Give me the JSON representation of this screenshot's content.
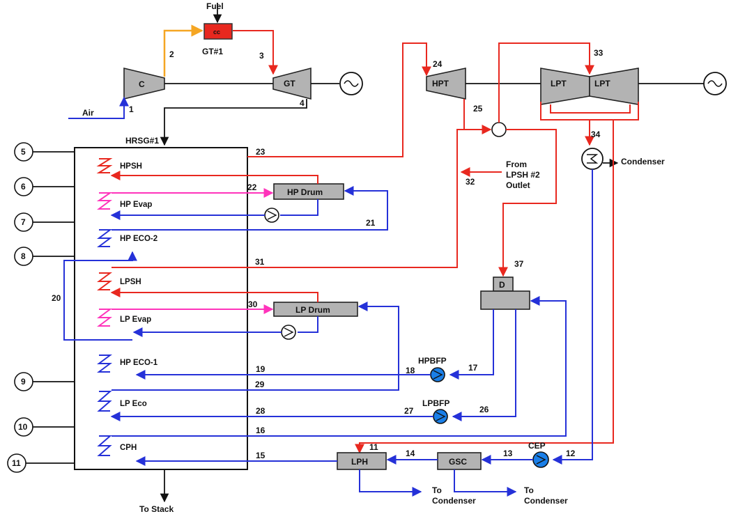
{
  "colors": {
    "steam": "#e8281f",
    "water": "#2531d8",
    "evaporator": "#ff33bb",
    "air_line": "#f5a623",
    "equipment": "#b3b3b3",
    "combustor": "#e8281f"
  },
  "gas_turbine": {
    "fuel": "Fuel",
    "combustor": "cc",
    "name": "GT#1",
    "compressor": "C",
    "turbine": "GT",
    "air": "Air",
    "stream_1": "1",
    "stream_2": "2",
    "stream_3": "3",
    "stream_4": "4"
  },
  "hrsg": {
    "title": "HRSG#1",
    "sections": [
      "HPSH",
      "HP Evap",
      "HP ECO-2",
      "LPSH",
      "LP Evap",
      "HP ECO-1",
      "LP Eco",
      "CPH"
    ],
    "state_points": [
      "5",
      "6",
      "7",
      "8",
      "9",
      "10",
      "11"
    ],
    "bypass": "20",
    "stack": "To Stack"
  },
  "steam_turbine": {
    "hpt": "HPT",
    "lpt_left": "LPT",
    "lpt_right": "LPT",
    "stream_24": "24",
    "stream_25": "25",
    "stream_33": "33",
    "stream_34": "34",
    "condenser": "Condenser",
    "from_lpsh_1": "From",
    "from_lpsh_2": "LPSH #2",
    "from_lpsh_3": "Outlet"
  },
  "equipment": {
    "hp_drum": "HP Drum",
    "lp_drum": "LP Drum",
    "deaerator": "D",
    "hpbfp": "HPBFP",
    "lpbfp": "LPBFP",
    "cep": "CEP",
    "lph": "LPH",
    "gsc": "GSC",
    "to_condenser_a": "To",
    "to_condenser_b": "Condenser",
    "to_condenser_c": "To",
    "to_condenser_d": "Condenser"
  },
  "streams": {
    "s23": "23",
    "s22": "22",
    "s21": "21",
    "s32": "32",
    "s31": "31",
    "s30": "30",
    "s37": "37",
    "s19": "19",
    "s18": "18",
    "s17": "17",
    "s29": "29",
    "s28": "28",
    "s27": "27",
    "s26": "26",
    "s16": "16",
    "s15": "15",
    "s11": "11",
    "s14": "14",
    "s13": "13",
    "s12": "12"
  }
}
